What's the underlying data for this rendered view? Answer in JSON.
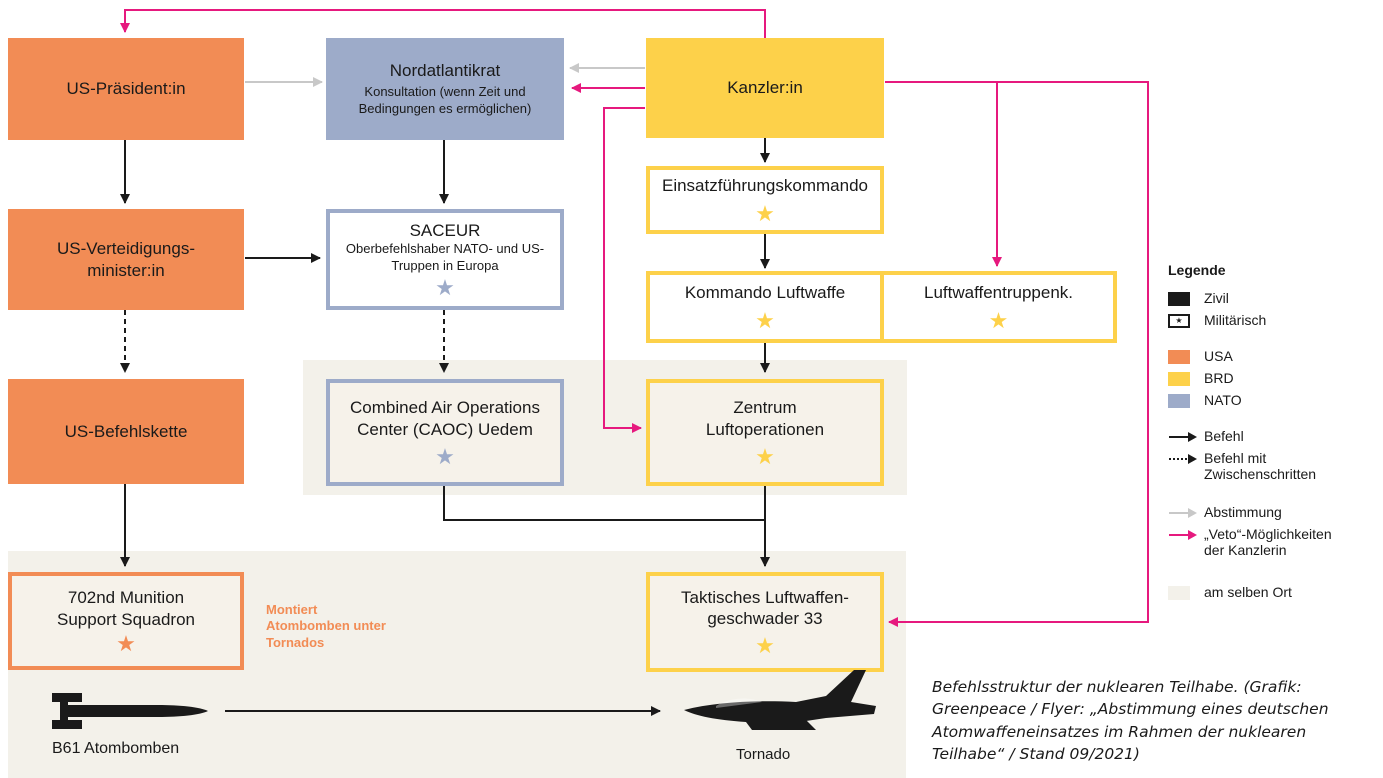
{
  "boxes": {
    "us_president": "US-Präsident:in",
    "nordatlantikrat_title": "Nordatlantikrat",
    "nordatlantikrat_sub": "Konsultation (wenn Zeit und Bedingungen es ermöglichen)",
    "kanzler": "Kanzler:in",
    "us_verteidigung": "US-Verteidigungs-minister:in",
    "saceur_title": "SACEUR",
    "saceur_sub": "Oberbefehlshaber NATO- und US-Truppen in Europa",
    "einsatz": "Einsatzführungskommando",
    "kommando_lw": "Kommando Luftwaffe",
    "lw_truppen": "Luftwaffentruppenk.",
    "us_befehlskette": "US-Befehlskette",
    "caoc": "Combined Air Operations Center (CAOC) Uedem",
    "zentrum": "Zentrum Luftoperationen",
    "munition": "702nd Munition Support Squadron",
    "taktisches": "Taktisches Luftwaffen-geschwader 33"
  },
  "notes": {
    "montiert": "Montiert Atombomben unter Tornados"
  },
  "labels": {
    "b61": "B61 Atombomben",
    "tornado": "Tornado"
  },
  "stars": {
    "glyph": "★"
  },
  "legend": {
    "title": "Legende",
    "zivil": "Zivil",
    "militaerisch": "Militärisch",
    "usa": "USA",
    "brd": "BRD",
    "nato": "NATO",
    "befehl": "Befehl",
    "befehl_mit": "Befehl mit Zwischenschritten",
    "abstimmung": "Abstimmung",
    "veto": "„Veto“-Möglichkeiten der Kanzlerin",
    "am_selben_ort": "am selben Ort"
  },
  "caption": "Befehlsstruktur der nuklearen Teilhabe. (Grafik: Greenpeace / Flyer: „Abstimmung eines deutschen Atomwaffeneinsatzes im Rahmen der nuklearen Teilhabe“ / Stand 09/2021)",
  "colors": {
    "usa": "#f28c55",
    "brd": "#fdd14a",
    "nato": "#9dabc9",
    "veto": "#e6197e",
    "abstimmung": "#c8c8c8",
    "zone": "#f3f1ea"
  }
}
